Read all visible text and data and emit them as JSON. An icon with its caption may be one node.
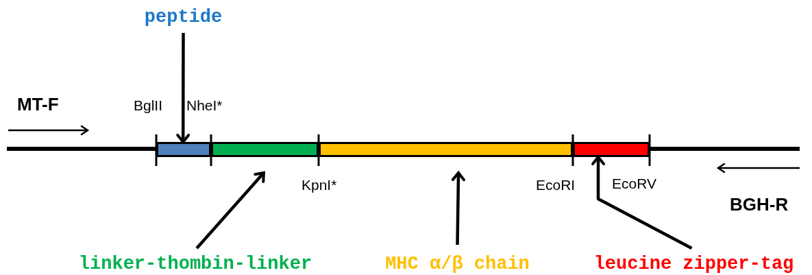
{
  "diagram": {
    "nodes": [
      {
        "text": [
          "peptide"
        ]
      },
      {
        "text": [],
        "shape": "bar"
      },
      {
        "text": [],
        "shape": "bar"
      },
      {
        "text": [],
        "shape": "bar"
      },
      {
        "text": [],
        "shape": "bar"
      },
      {
        "text": [
          "linker-thombin-linker"
        ]
      },
      {
        "text": [
          "MHC α/β chain"
        ]
      },
      {
        "text": [
          "leucine zipper-tag"
        ]
      }
    ],
    "edges": [
      {
        "from": 0,
        "to": 1,
        "arrow": "to"
      },
      {
        "from": 5,
        "to": 2,
        "arrow": "to"
      },
      {
        "from": 6,
        "to": 3,
        "arrow": "to"
      },
      {
        "from": 7,
        "to": 4,
        "arrow": "to"
      }
    ],
    "labels": [
      "MT-F",
      "BglII",
      "NheI*",
      "KpnI*",
      "EcoRI",
      "EcoRV",
      "BGH-R"
    ]
  }
}
